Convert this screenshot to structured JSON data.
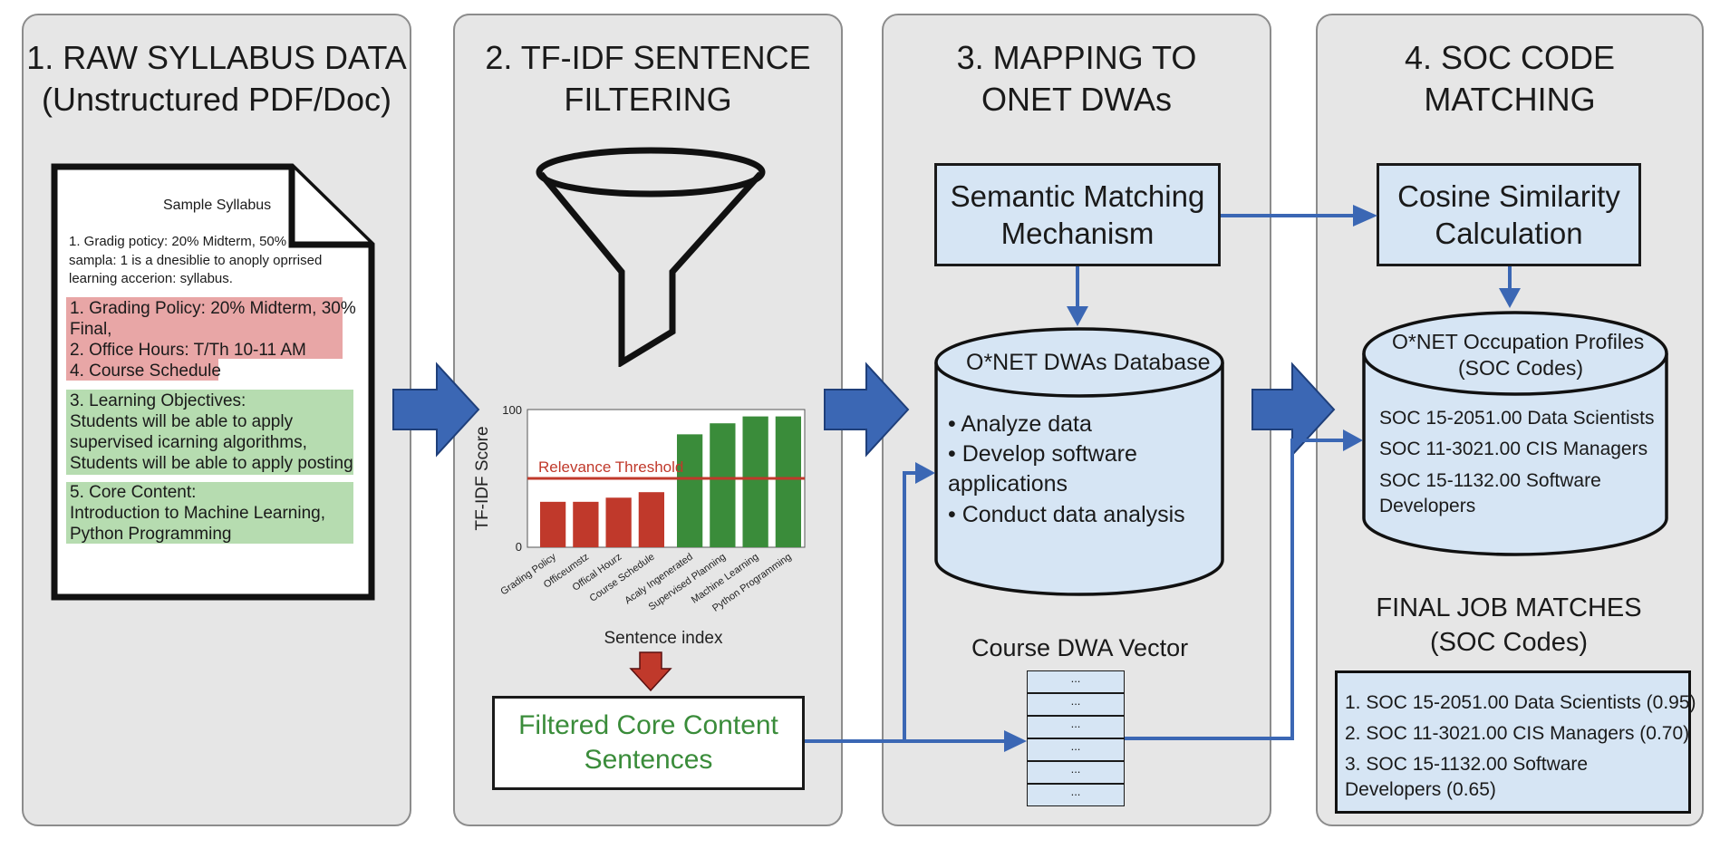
{
  "panels": [
    {
      "title_line1": "1. RAW SYLLABUS DATA",
      "title_line2": "(Unstructured PDF/Doc)"
    },
    {
      "title_line1": "2. TF-IDF SENTENCE",
      "title_line2": "FILTERING"
    },
    {
      "title_line1": "3. MAPPING TO",
      "title_line2": "ONET DWAs"
    },
    {
      "title_line1": "4. SOC CODE",
      "title_line2": "MATCHING"
    }
  ],
  "document": {
    "title": "Sample Syllabus",
    "noise_lines": [
      "1. Gradig poticy:  20% Midterm,  50%",
      "sampla: 1 is a dnesiblie to anoply oprrised",
      "learning accerion: syllabus."
    ],
    "red_lines": [
      "1. Grading Policy: 20% Midterm, 30%",
      "    Final,",
      "2. Office Hours: T/Th 10-11 AM",
      "4. Course Schedule"
    ],
    "green_block1": [
      "3. Learning Objectives:",
      "    Students will be able to apply",
      "    supervised icarning algorithms,",
      "    Students will be able to apply posting"
    ],
    "green_block2": [
      "5. Core Content:",
      "    Introduction to Machine Learning,",
      "    Python Programming"
    ]
  },
  "chart_data": {
    "type": "bar",
    "categories": [
      "Grading Policy",
      "Officeumstz",
      "Offical Hourz",
      "Course Schedule",
      "Acaly Ingenerated",
      "Supervised Planning",
      "Machine Learning",
      "Python Programming"
    ],
    "values": [
      33,
      33,
      36,
      40,
      82,
      90,
      95,
      95
    ],
    "threshold": 50,
    "threshold_label": "Relevance Threshold",
    "xlabel": "Sentence index",
    "ylabel": "TF-IDF Score",
    "ylim": [
      0,
      100
    ],
    "yticks": [
      "0",
      "100"
    ],
    "colors": {
      "below": "#c0392b",
      "above": "#3a8c3a",
      "threshold": "#c0392b"
    }
  },
  "filtered_box": {
    "line1": "Filtered Core Content",
    "line2": "Sentences",
    "color": "#3a8c3a"
  },
  "semantic_box": {
    "line1": "Semantic Matching",
    "line2": "Mechanism"
  },
  "dwa_db": {
    "title": "O*NET DWAs Database",
    "bullets": [
      "• Analyze data",
      "• Develop software",
      "   applications",
      "• Conduct data analysis"
    ]
  },
  "vector": {
    "title": "Course DWA Vector",
    "cells": [
      "...",
      "...",
      "...",
      "...",
      "...",
      "..."
    ]
  },
  "cosine_box": {
    "line1": "Cosine Similarity",
    "line2": "Calculation"
  },
  "occ_db": {
    "title1": "O*NET Occupation Profiles",
    "title2": "(SOC Codes)",
    "lines": [
      "SOC 15-2051.00 Data Scientists",
      "SOC 11-3021.00 CIS Managers",
      "SOC 15-1132.00 Software",
      "Developers"
    ]
  },
  "final": {
    "title1": "FINAL JOB MATCHES",
    "title2": "(SOC Codes)",
    "lines": [
      "1. SOC 15-2051.00 Data Scientists (0.95)",
      "2. SOC 11-3021.00 CIS Managers (0.70)",
      "3. SOC 15-1132.00 Software",
      "    Developers (0.65)"
    ]
  },
  "colors": {
    "panel_bg": "#e6e6e6",
    "box_fill": "#d6e5f4",
    "arrow_blue": "#3b67b4",
    "red_arrow": "#c0392b"
  }
}
